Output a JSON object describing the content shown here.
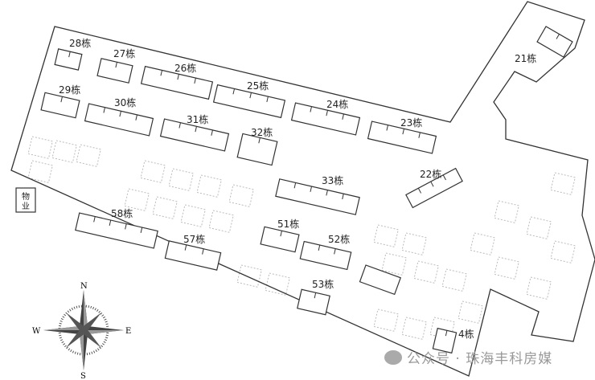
{
  "map": {
    "buildings": [
      "28栋",
      "27栋",
      "26栋",
      "25栋",
      "24栋",
      "23栋",
      "29栋",
      "30栋",
      "31栋",
      "32栋",
      "33栋",
      "22栋",
      "21栋",
      "58栋",
      "57栋",
      "51栋",
      "52栋",
      "53栋",
      "4栋"
    ],
    "property_office": [
      "物",
      "业"
    ],
    "compass": {
      "n": "N",
      "s": "S",
      "e": "E",
      "w": "W"
    },
    "watermark": "公众号 · 珠海丰科房媒",
    "colors": {
      "outline": "#333333",
      "parking": "#bbbbbb"
    }
  }
}
